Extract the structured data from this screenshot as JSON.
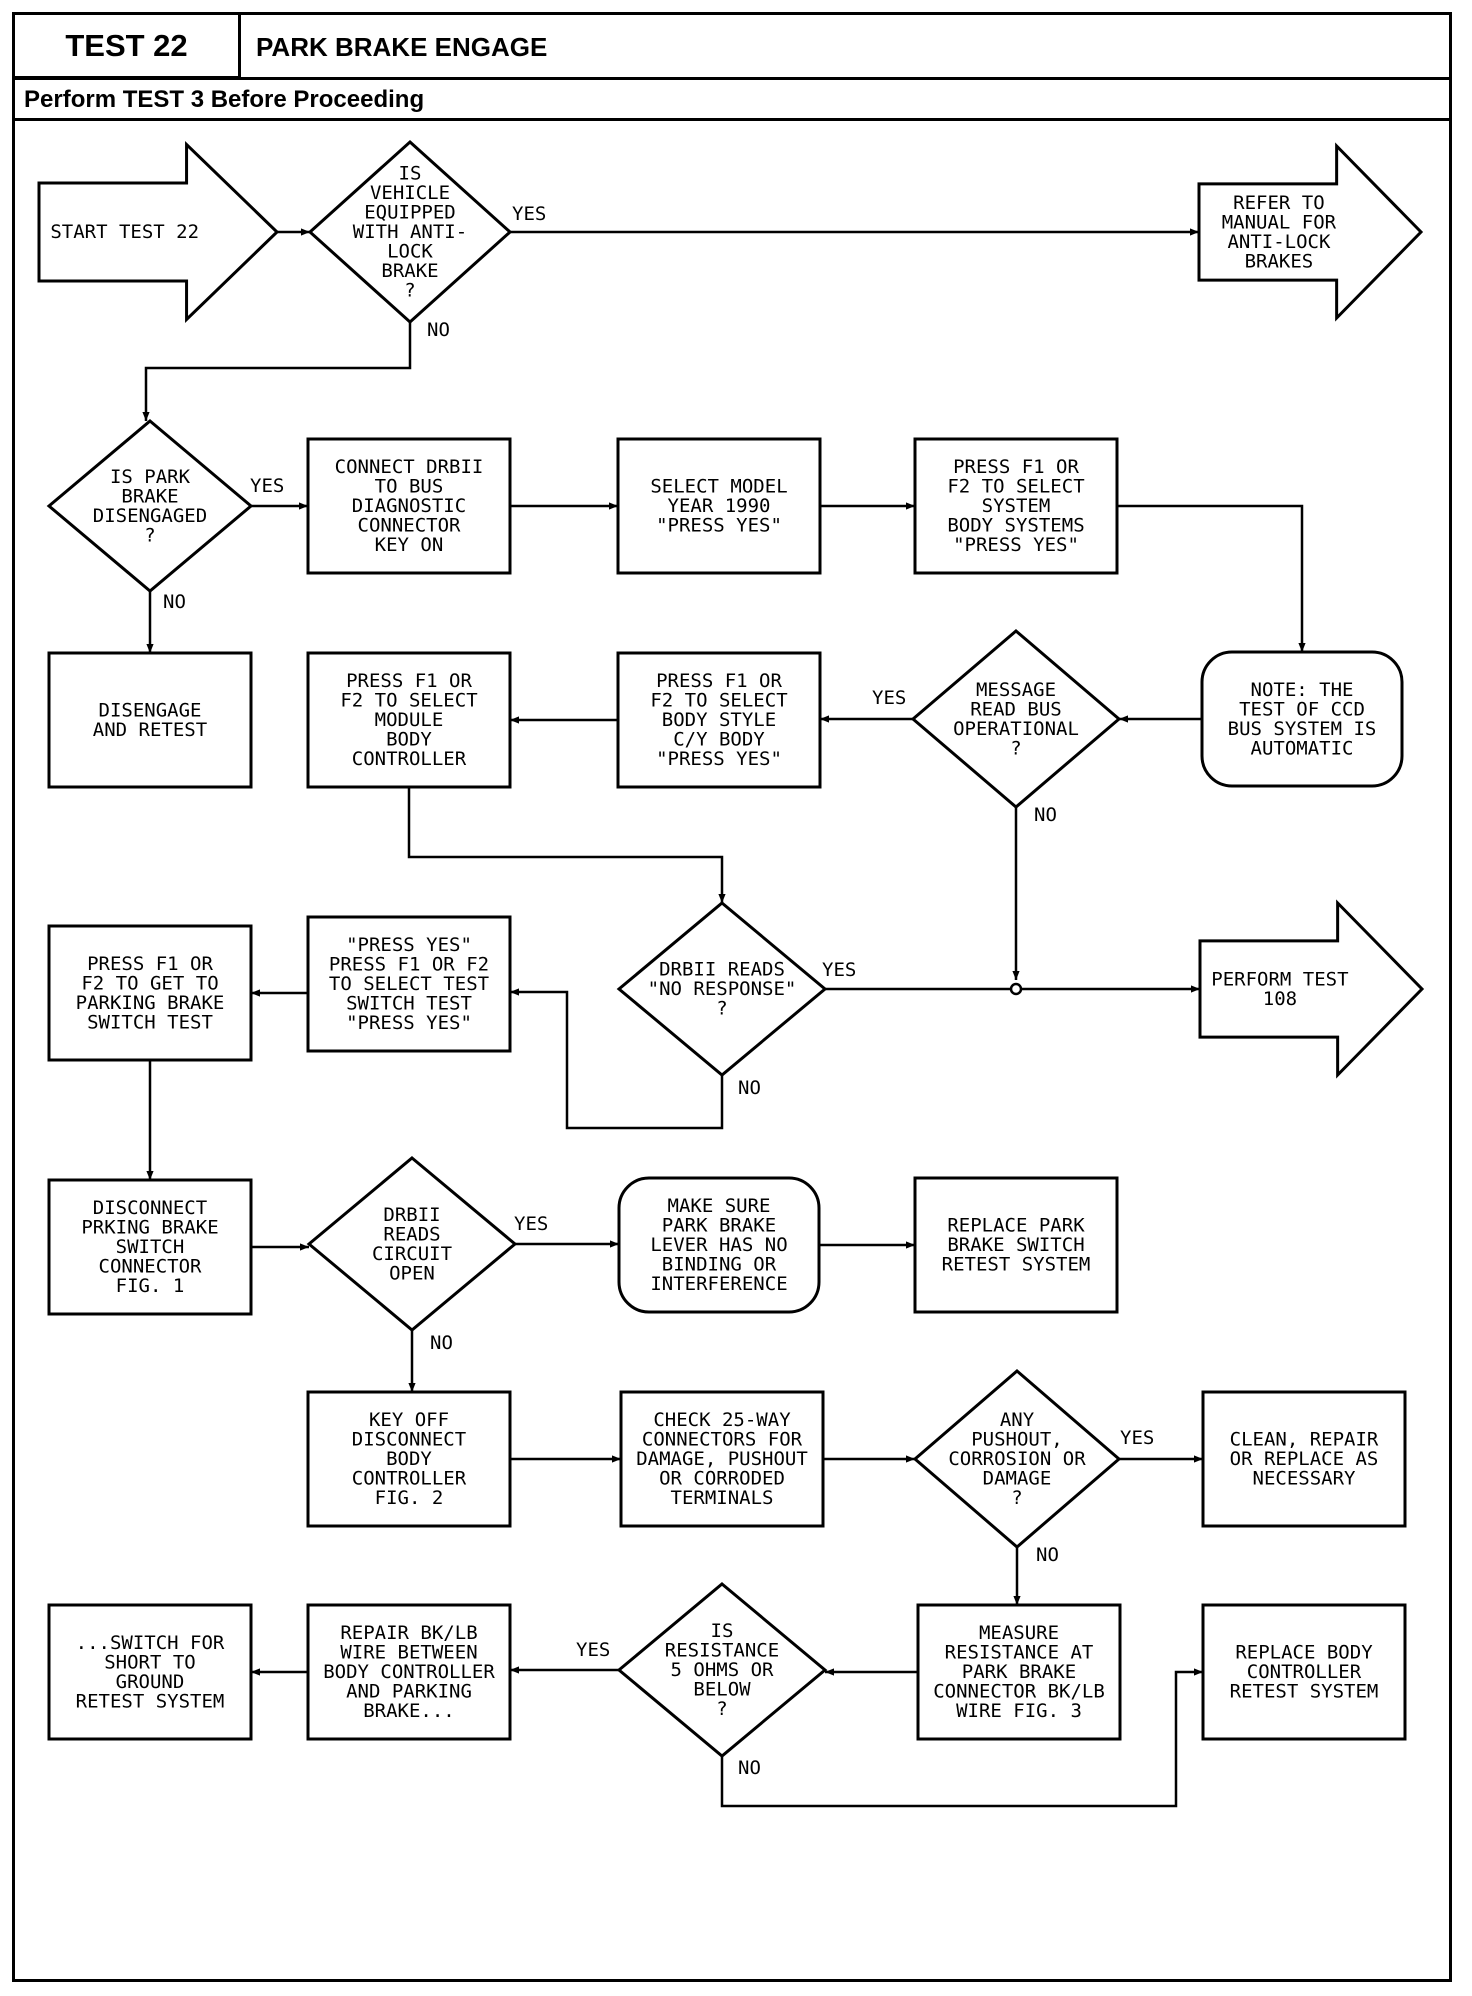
{
  "header": {
    "test_label": "TEST 22",
    "title": "PARK BRAKE ENGAGE",
    "subtitle": "Perform TEST 3 Before Proceeding"
  },
  "nodes": {
    "start": [
      "START TEST 22"
    ],
    "q_abs": [
      "IS",
      "VEHICLE",
      "EQUIPPED",
      "WITH ANTI-",
      "LOCK",
      "BRAKE",
      "?"
    ],
    "refer_abs": [
      "REFER TO",
      "MANUAL FOR",
      "ANTI-LOCK",
      "BRAKES"
    ],
    "q_park": [
      "IS PARK",
      "BRAKE",
      "DISENGAGED",
      "?"
    ],
    "connect_drb": [
      "CONNECT DRBII",
      "TO BUS",
      "DIAGNOSTIC",
      "CONNECTOR",
      "KEY ON"
    ],
    "select_model": [
      "SELECT MODEL",
      "YEAR 1990",
      "\"PRESS YES\""
    ],
    "press_system": [
      "PRESS F1 OR",
      "F2 TO SELECT",
      "SYSTEM",
      "BODY SYSTEMS",
      "\"PRESS YES\""
    ],
    "disengage": [
      "DISENGAGE",
      "AND RETEST"
    ],
    "press_module": [
      "PRESS F1 OR",
      "F2 TO SELECT",
      "MODULE",
      "BODY",
      "CONTROLLER"
    ],
    "press_body_style": [
      "PRESS F1 OR",
      "F2 TO SELECT",
      "BODY STYLE",
      "C/Y BODY",
      "\"PRESS YES\""
    ],
    "q_bus": [
      "MESSAGE",
      "READ BUS",
      "OPERATIONAL",
      "?"
    ],
    "note_ccd": [
      "NOTE: THE",
      "TEST OF CCD",
      "BUS SYSTEM IS",
      "AUTOMATIC"
    ],
    "press_switch_test": [
      "PRESS F1 OR",
      "F2 TO GET TO",
      "PARKING BRAKE",
      "SWITCH TEST"
    ],
    "press_yes_select": [
      "\"PRESS YES\"",
      "PRESS F1 OR F2",
      "TO SELECT TEST",
      "SWITCH TEST",
      "\"PRESS YES\""
    ],
    "q_no_response": [
      "DRBII READS",
      "\"NO RESPONSE\"",
      "?"
    ],
    "perform_108": [
      "PERFORM TEST",
      "108"
    ],
    "disconnect_switch": [
      "DISCONNECT",
      "PRKING BRAKE",
      "SWITCH",
      "CONNECTOR",
      "FIG. 1"
    ],
    "q_circuit_open": [
      "DRBII",
      "READS",
      "CIRCUIT",
      "OPEN"
    ],
    "make_sure": [
      "MAKE SURE",
      "PARK BRAKE",
      "LEVER HAS NO",
      "BINDING OR",
      "INTERFERENCE"
    ],
    "replace_switch": [
      "REPLACE PARK",
      "BRAKE SWITCH",
      "RETEST SYSTEM"
    ],
    "key_off": [
      "KEY OFF",
      "DISCONNECT",
      "BODY",
      "CONTROLLER",
      "FIG. 2"
    ],
    "check_25way": [
      "CHECK 25-WAY",
      "CONNECTORS FOR",
      "DAMAGE, PUSHOUT",
      "OR CORRODED",
      "TERMINALS"
    ],
    "q_pushout": [
      "ANY",
      "PUSHOUT,",
      "CORROSION OR",
      "DAMAGE",
      "?"
    ],
    "clean_repair": [
      "CLEAN, REPAIR",
      "OR REPLACE AS",
      "NECESSARY"
    ],
    "measure": [
      "MEASURE",
      "RESISTANCE AT",
      "PARK BRAKE",
      "CONNECTOR BK/LB",
      "WIRE FIG. 3"
    ],
    "q_resistance": [
      "IS",
      "RESISTANCE",
      "5 OHMS OR",
      "BELOW",
      "?"
    ],
    "repair_wire": [
      "REPAIR BK/LB",
      "WIRE BETWEEN",
      "BODY CONTROLLER",
      "AND PARKING",
      "BRAKE..."
    ],
    "switch_short": [
      "...SWITCH FOR",
      "SHORT TO",
      "GROUND",
      "RETEST SYSTEM"
    ],
    "replace_body": [
      "REPLACE BODY",
      "CONTROLLER",
      "RETEST SYSTEM"
    ]
  },
  "edge_labels": {
    "abs_yes": "YES",
    "abs_no": "NO",
    "park_yes": "YES",
    "park_no": "NO",
    "bus_yes": "YES",
    "bus_no": "NO",
    "nr_yes": "YES",
    "nr_no": "NO",
    "open_yes": "YES",
    "open_no": "NO",
    "push_yes": "YES",
    "push_no": "NO",
    "res_yes": "YES",
    "res_no": "NO"
  }
}
